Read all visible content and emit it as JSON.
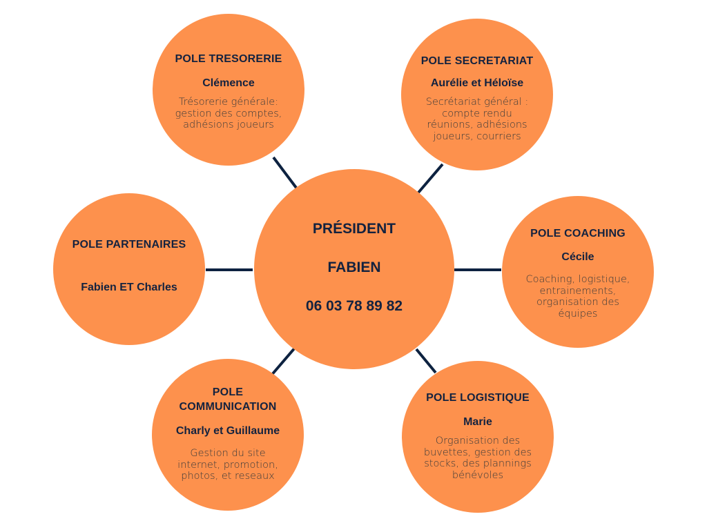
{
  "colors": {
    "circle": "#fd914d",
    "line": "#0d2240",
    "text": "#13223f"
  },
  "center": {
    "title": "PRÉSIDENT",
    "name": "FABIEN",
    "phone": "06 03 78 89 82"
  },
  "poles": {
    "tresorerie": {
      "title": "POLE TRESORERIE",
      "name": "Clémence",
      "desc": [
        "Trésorerie générale:",
        "gestion des comptes,",
        "adhésions joueurs"
      ]
    },
    "secretariat": {
      "title": "POLE SECRETARIAT",
      "name": "Aurélie et Héloïse",
      "desc": [
        "Secrétariat général :",
        "compte rendu",
        "réunions, adhésions",
        "joueurs, courriers"
      ]
    },
    "partenaires": {
      "title": "POLE PARTENAIRES",
      "name": "Fabien ET Charles"
    },
    "coaching": {
      "title": "POLE COACHING",
      "name": "Cécile",
      "desc": [
        "Coaching, logistique,",
        "entrainements,",
        "organisation des",
        "équipes"
      ]
    },
    "communication": {
      "title": [
        "POLE",
        "COMMUNICATION"
      ],
      "name": "Charly et Guillaume",
      "desc": [
        "Gestion du site",
        "internet, promotion,",
        "photos, et reseaux"
      ]
    },
    "logistique": {
      "title": "POLE LOGISTIQUE",
      "name": "Marie",
      "desc": [
        "Organisation des",
        "buvettes, gestion des",
        "stocks, des plannings",
        "bénévoles"
      ]
    }
  }
}
